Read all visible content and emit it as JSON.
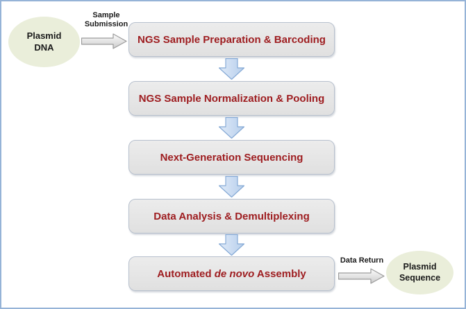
{
  "diagram": {
    "title": "NGS plasmid sequencing workflow flowchart",
    "start_node": {
      "label": "Plasmid DNA"
    },
    "start_arrow_label": "Sample Submission",
    "steps": [
      {
        "label": "NGS Sample Preparation & Barcoding"
      },
      {
        "label": "NGS Sample Normalization & Pooling"
      },
      {
        "label": "Next-Generation Sequencing"
      },
      {
        "label": "Data Analysis & Demultiplexing"
      },
      {
        "prefix": "Automated",
        "italic": "de novo",
        "suffix": "Assembly"
      }
    ],
    "end_arrow_label": "Data Return",
    "end_node": {
      "label": "Plasmid Sequence"
    }
  },
  "colors": {
    "frame_border": "#95b3d7",
    "box_fill": "#e6e6e6",
    "box_border": "#b7c0cd",
    "box_text": "#9e1d20",
    "ellipse_fill": "#eaeeda",
    "blue_arrow_fill": "#c6d9f0",
    "blue_arrow_border": "#85a9d5",
    "gray_arrow_fill": "#e8e8e8",
    "gray_arrow_border": "#9a9a9a",
    "label_text": "#1a1a1a"
  }
}
